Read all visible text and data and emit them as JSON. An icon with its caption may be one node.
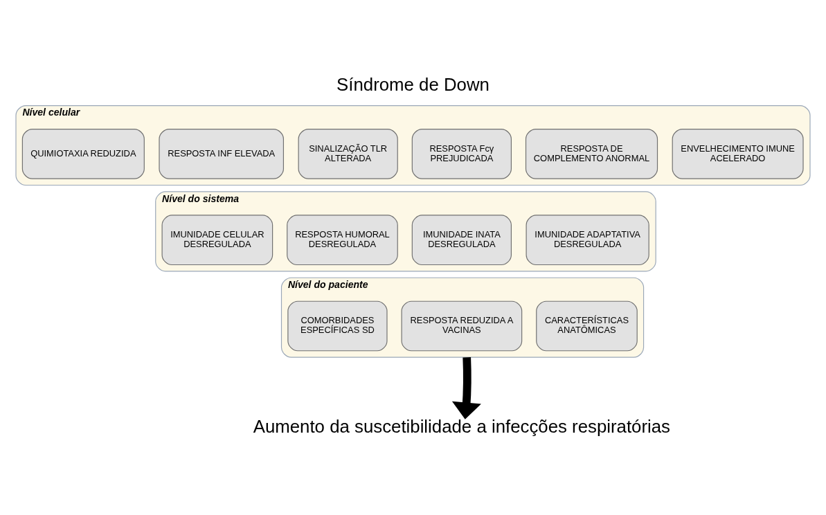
{
  "diagram": {
    "title": "Síndrome de Down",
    "nodes": [
      {
        "text": [
          "Nível celular"
        ]
      },
      {
        "text": [
          "QUIMIOTAXIA REDUZIDA"
        ],
        "in": 0
      },
      {
        "text": [
          "RESPOSTA INF ELEVADA"
        ],
        "in": 0
      },
      {
        "text": [
          "SINALIZAÇÃO TLR ALTERADA"
        ],
        "in": 0
      },
      {
        "text": [
          "RESPOSTA Fcγ PREJUDICADA"
        ],
        "in": 0
      },
      {
        "text": [
          "RESPOSTA DE COMPLEMENTO ANORMAL"
        ],
        "in": 0
      },
      {
        "text": [
          "ENVELHECIMENTO IMUNE ACELERADO"
        ],
        "in": 0
      },
      {
        "text": [
          "Nível do sistema"
        ]
      },
      {
        "text": [
          "IMUNIDADE CELULAR DESREGULADA"
        ],
        "in": 7
      },
      {
        "text": [
          "RESPOSTA HUMORAL DESREGULADA"
        ],
        "in": 7
      },
      {
        "text": [
          "IMUNIDADE INATA DESREGULADA"
        ],
        "in": 7
      },
      {
        "text": [
          "IMUNIDADE ADAPTATIVA DESREGULADA"
        ],
        "in": 7
      },
      {
        "text": [
          "Nível do paciente"
        ]
      },
      {
        "text": [
          "COMORBIDADES ESPECÍFICAS SD"
        ],
        "in": 12
      },
      {
        "text": [
          "RESPOSTA REDUZIDA A VACINAS"
        ],
        "in": 12
      },
      {
        "text": [
          "CARACTERÍSTICAS ANATÔMICAS"
        ],
        "in": 12
      },
      {
        "text": [
          "Aumento da suscetibilidade a infecções respiratórias"
        ]
      }
    ],
    "edges": [
      {
        "from": 12,
        "to": 16,
        "arrow": "to"
      }
    ]
  }
}
